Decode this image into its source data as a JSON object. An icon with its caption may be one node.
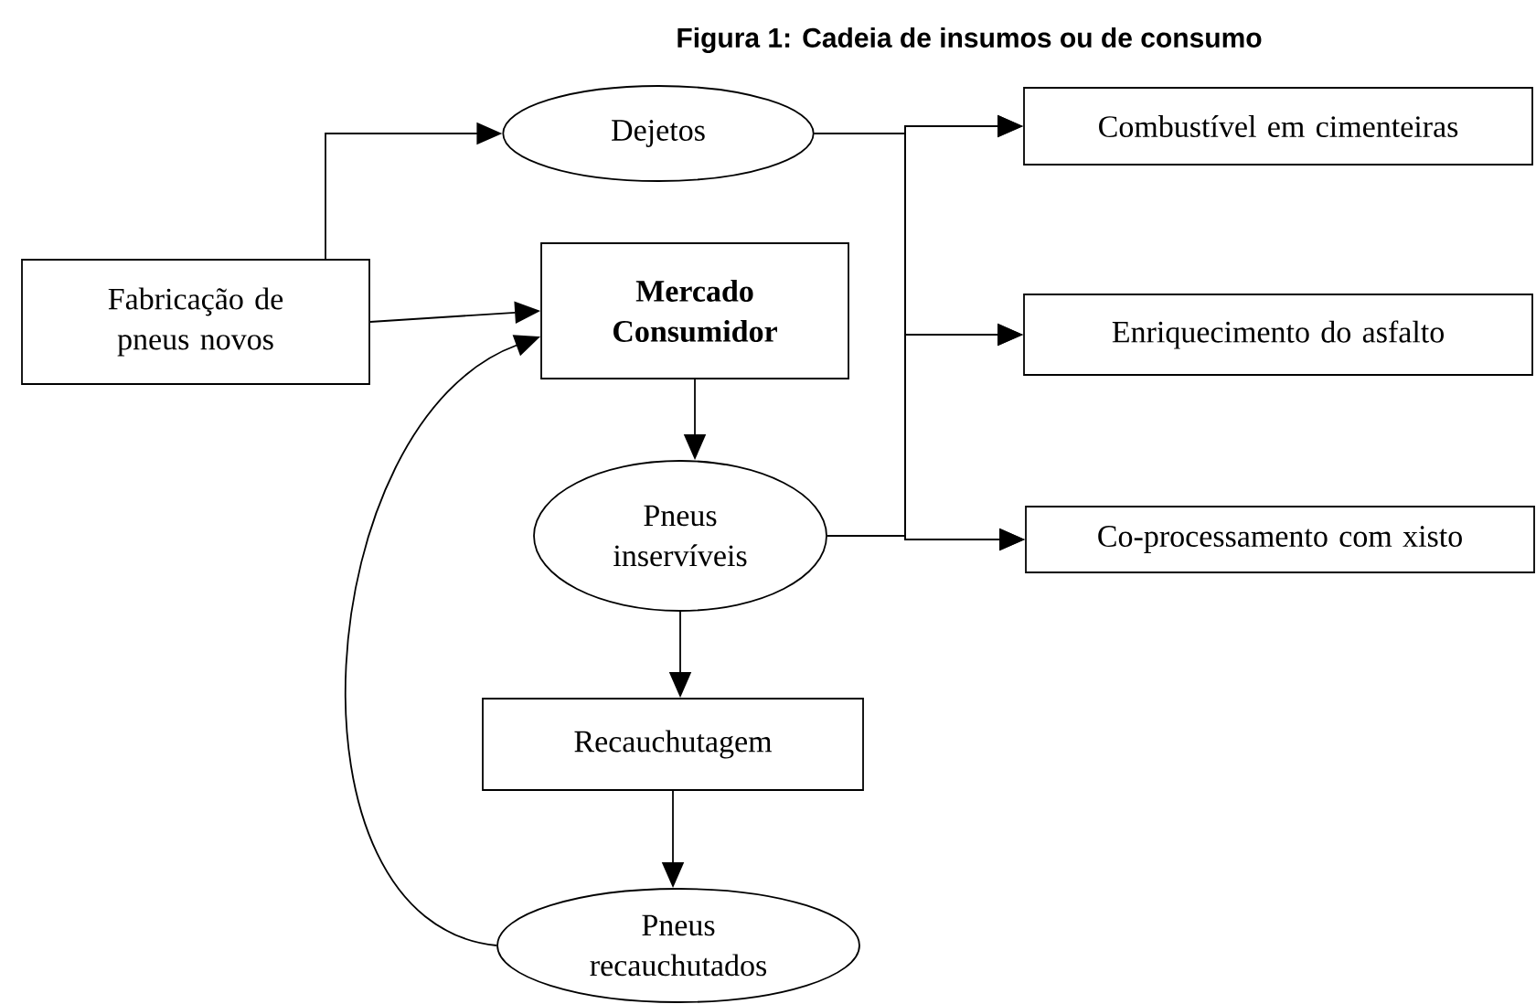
{
  "diagram": {
    "title": "Figura 1: Cadeia de insumos ou de consumo",
    "nodes": [
      {
        "text": [
          "Fabricação de pneus novos"
        ]
      },
      {
        "text": [
          "Dejetos"
        ]
      },
      {
        "text": [
          "Mercado Consumidor"
        ]
      },
      {
        "text": [
          "Combustível em cimenteiras"
        ]
      },
      {
        "text": [
          "Enriquecimento do asfalto"
        ]
      },
      {
        "text": [
          "Pneus inservíveis"
        ]
      },
      {
        "text": [
          "Co-processamento com xisto"
        ]
      },
      {
        "text": [
          "Recauchutagem"
        ]
      },
      {
        "text": [
          "Pneus recauchutados"
        ]
      }
    ],
    "edges": [
      {
        "from": 0,
        "to": 1,
        "arrow": "to"
      },
      {
        "from": 0,
        "to": 2,
        "arrow": "to"
      },
      {
        "from": 2,
        "to": 5,
        "arrow": "to"
      },
      {
        "from": 1,
        "to": 3,
        "arrow": "to"
      },
      {
        "from": 1,
        "to": 4,
        "arrow": "to"
      },
      {
        "from": 1,
        "to": 6,
        "arrow": "to"
      },
      {
        "from": 5,
        "to": 3,
        "arrow": "to"
      },
      {
        "from": 5,
        "to": 4,
        "arrow": "to"
      },
      {
        "from": 5,
        "to": 6,
        "arrow": "to"
      },
      {
        "from": 5,
        "to": 7,
        "arrow": "to"
      },
      {
        "from": 7,
        "to": 8,
        "arrow": "to"
      },
      {
        "from": 8,
        "to": 2,
        "arrow": "to"
      }
    ]
  }
}
